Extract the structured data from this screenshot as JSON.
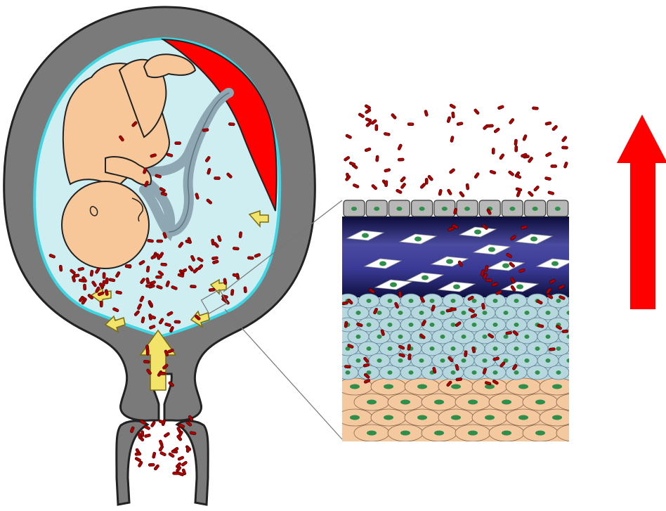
{
  "figure": {
    "panels": [
      "uterus-cross-section",
      "membrane-layers-inset",
      "upward-infection-arrow"
    ],
    "colors": {
      "uterine_wall": "#7a7a7a",
      "amniotic_fluid": "#cfeef2",
      "amnion_outline": "#3fd6e4",
      "placenta": "#ff0000",
      "fetus_skin": "#f7c79a",
      "umbilical_cord": "#8fa6b3",
      "bacteria": "#b00000",
      "infection_route_arrow": "#f2e36b",
      "epithelium": "#b8b8b8",
      "connective_tissue": "#1e1e78",
      "amnion_cells": "#b5d7dd",
      "decidua_cells": "#f5c9a0",
      "nucleus": "#2f8f4a",
      "direction_arrow": "#ff0000"
    }
  }
}
